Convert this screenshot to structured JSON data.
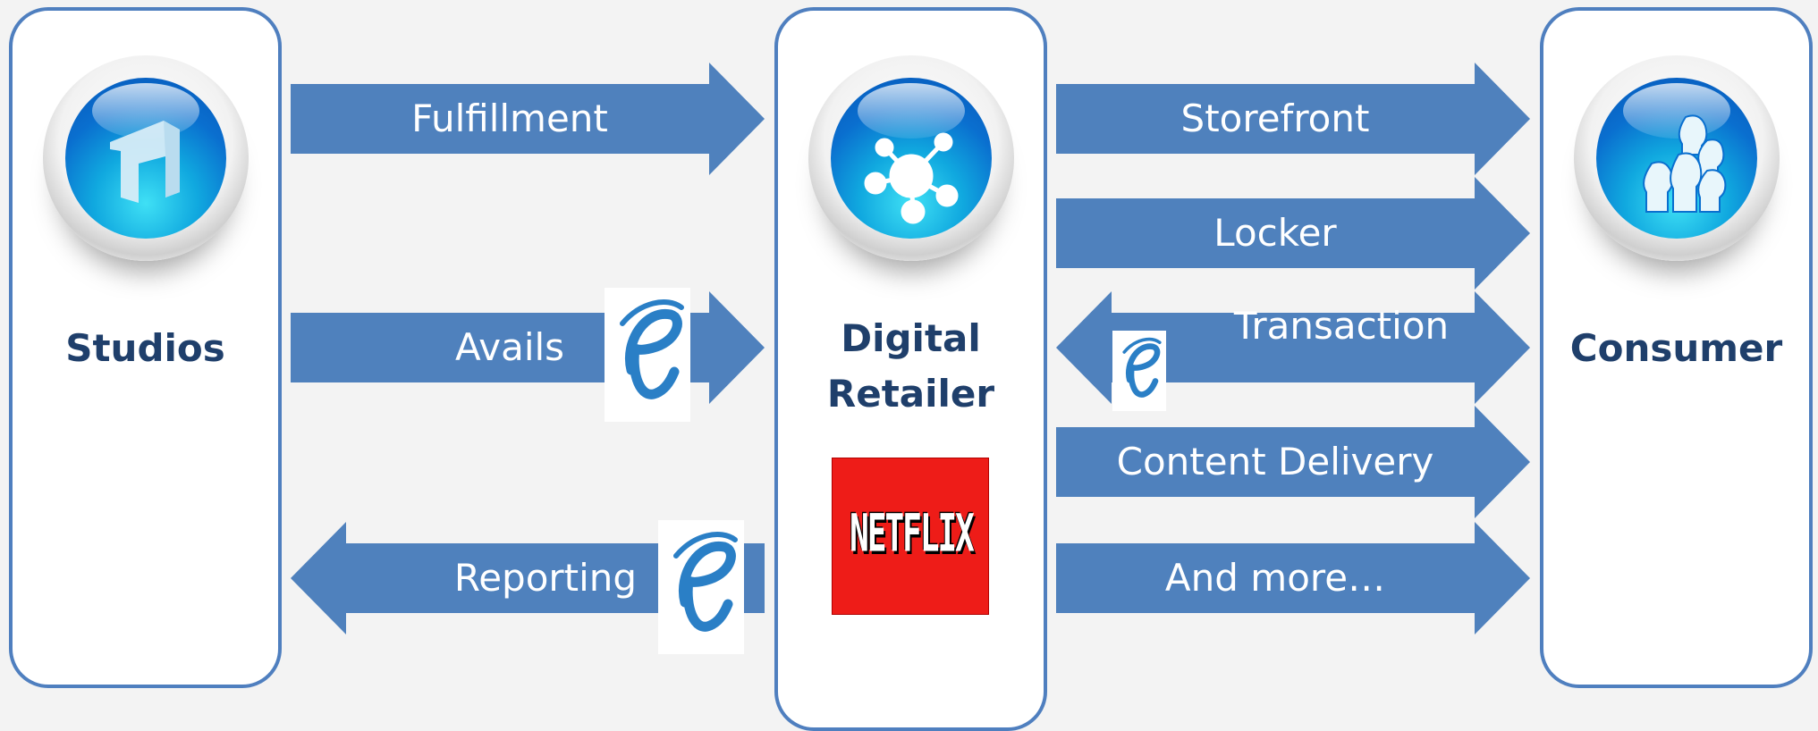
{
  "nodes": {
    "studios": {
      "title": "Studios",
      "icon": "building-icon"
    },
    "retailer": {
      "title_line1": "Digital",
      "title_line2": "Retailer",
      "icon": "network-hub-icon",
      "logo_text": "NETFLIX"
    },
    "consumer": {
      "title": "Consumer",
      "icon": "people-group-icon"
    }
  },
  "flows": {
    "fulfillment": "Fulfillment",
    "avails": "Avails",
    "reporting": "Reporting",
    "storefront": "Storefront",
    "locker": "Locker",
    "transaction": "Transaction",
    "content_delivery": "Content Delivery",
    "and_more": "And more…"
  },
  "badge_icon": "e-logo-icon",
  "colors": {
    "arrow": "#4f81bd",
    "panel_border": "#4f7fbf",
    "title": "#1f3f6b",
    "netflix": "#ee1c18",
    "background": "#f3f3f3"
  }
}
